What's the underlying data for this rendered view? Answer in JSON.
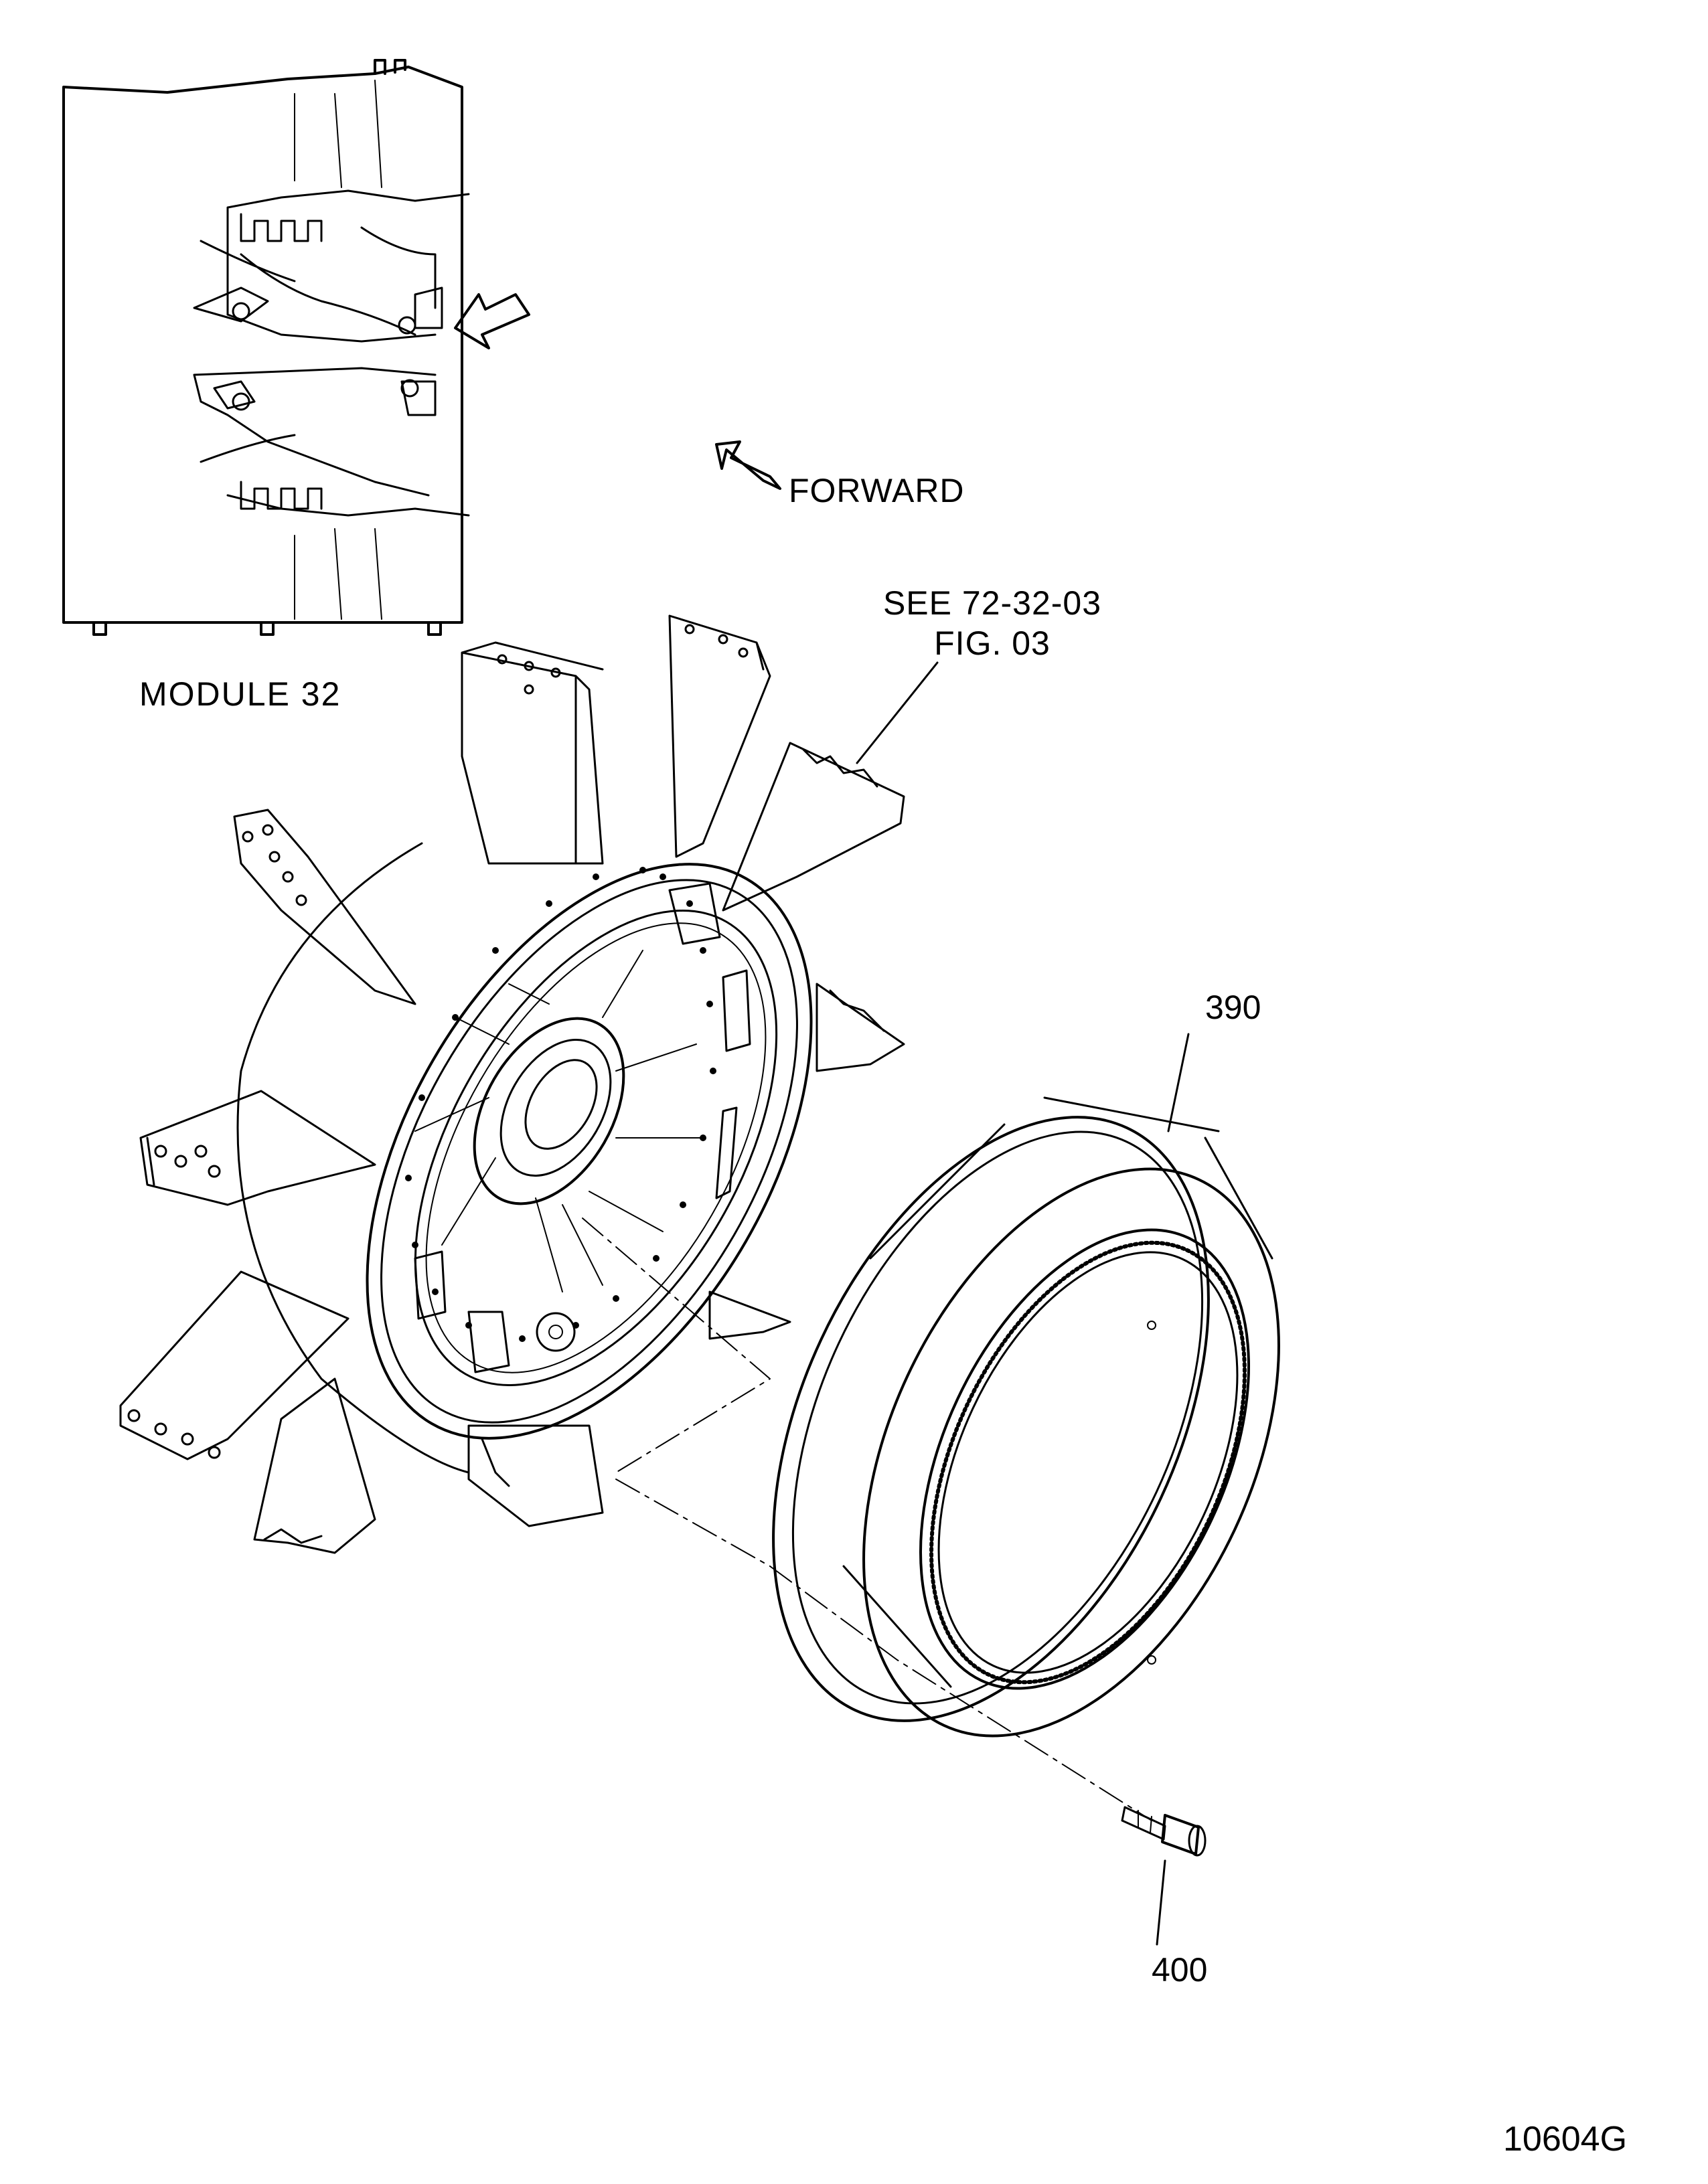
{
  "inset": {
    "module_label": "MODULE 32",
    "direction_label": "FORWARD"
  },
  "reference": {
    "line1": "SEE 72-32-03",
    "line2": "FIG. 03"
  },
  "callouts": {
    "part_390": "390",
    "part_400": "400"
  },
  "figure_number": "10604G",
  "colors": {
    "line": "#000000",
    "background": "#ffffff"
  }
}
